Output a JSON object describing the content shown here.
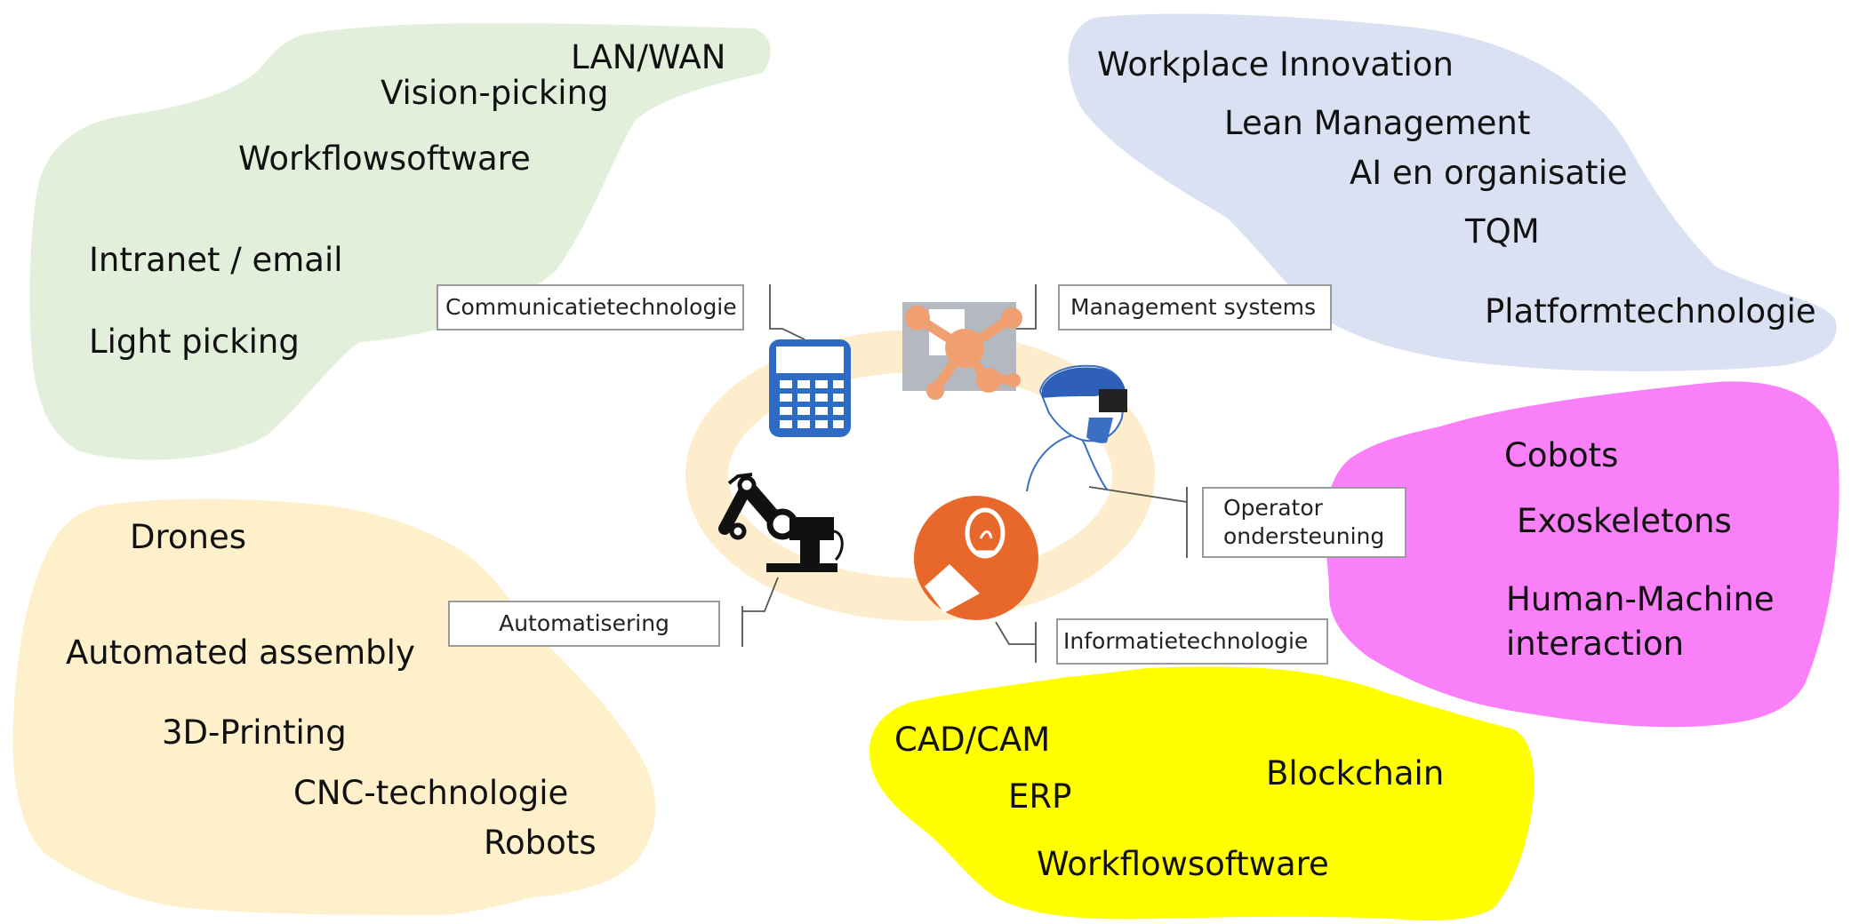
{
  "colors": {
    "communication": "#e2efda",
    "management": "#d9e1f2",
    "operator": "#fa80fa",
    "automation": "#fff0cc",
    "information": "#ffff00",
    "ring": "#fdedcc",
    "icon_blue": "#2e6bc5",
    "icon_orange": "#e8672a"
  },
  "categories": {
    "communicatie": "Communicatietechnologie",
    "management": "Management systems",
    "operator_line1": "Operator",
    "operator_line2": "ondersteuning",
    "automatisering": "Automatisering",
    "informatie": "Informatietechnologie"
  },
  "communication_terms": [
    "LAN/WAN",
    "Vision-picking",
    "Workflowsoftware",
    "Intranet / email",
    "Light picking"
  ],
  "management_terms": [
    "Workplace Innovation",
    "Lean Management",
    "AI en organisatie",
    "TQM",
    "Platformtechnologie"
  ],
  "operator_terms": [
    "Cobots",
    "Exoskeletons",
    "Human-Machine",
    "interaction"
  ],
  "automation_terms": [
    "Drones",
    "Automated assembly",
    "3D-Printing",
    "CNC-technologie",
    "Robots"
  ],
  "information_terms": [
    "CAD/CAM",
    "ERP",
    "Blockchain",
    "Workflowsoftware"
  ],
  "icons": [
    "calculator-icon",
    "network-cost-icon",
    "ar-headset-operator-icon",
    "robot-arm-icon",
    "lightbulb-idea-icon"
  ]
}
